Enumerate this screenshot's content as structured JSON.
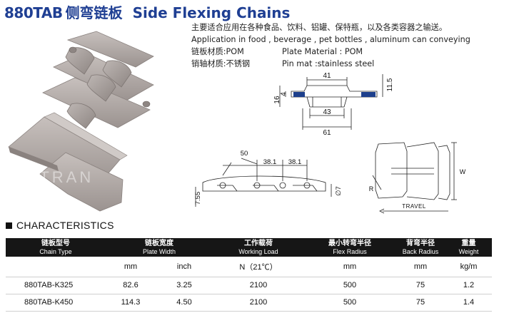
{
  "header": {
    "code": "880TAB",
    "title_cn": "侧弯链板",
    "title_en": "Side Flexing Chains"
  },
  "description": {
    "line1": "主要适合应用在各种食品、饮料、铝罐、保特瓶，以及各类容器之输送。",
    "line2": "Application in food , beverage , pet bottles , aluminum can conveying",
    "material_cn": "链板材质:POM",
    "material_en": "Plate Material : POM",
    "pin_cn": "销轴材质:不锈钢",
    "pin_en": "Pin mat :stainless steel"
  },
  "photo": {
    "watermark": "ESTRAN"
  },
  "section_drawing": {
    "top_width": "41",
    "mid_width": "43",
    "bottom_width": "61",
    "height_total": "16",
    "height_upper": "4",
    "height_right": "11.5"
  },
  "side_drawing": {
    "angle": "50",
    "pitch_1": "38.1",
    "pitch_2": "38.1",
    "height": "7.55",
    "pin_dia": "∅7"
  },
  "plan_drawing": {
    "width_label": "W",
    "radius_label": "R",
    "travel_label": "TRAVEL"
  },
  "characteristics": {
    "heading": "CHARACTERISTICS",
    "columns": [
      {
        "cn": "链板型号",
        "en": "Chain Type"
      },
      {
        "cn": "链板宽度",
        "en": "Plate Width"
      },
      {
        "cn": "工作载荷",
        "en": "Working Load"
      },
      {
        "cn": "最小转弯半径",
        "en": "Flex Radius"
      },
      {
        "cn": "背弯半径",
        "en": "Back Radius"
      },
      {
        "cn": "重量",
        "en": "Weight"
      }
    ],
    "units": {
      "width_mm": "mm",
      "width_inch": "inch",
      "load": "N（21℃）",
      "flex": "mm",
      "back": "mm",
      "weight": "kg/m"
    },
    "rows": [
      {
        "type": "880TAB-K325",
        "mm": "82.6",
        "inch": "3.25",
        "load": "2100",
        "flex": "500",
        "back": "75",
        "weight": "1.2"
      },
      {
        "type": "880TAB-K450",
        "mm": "114.3",
        "inch": "4.50",
        "load": "2100",
        "flex": "500",
        "back": "75",
        "weight": "1.4"
      }
    ]
  },
  "colors": {
    "title": "#1f3f93",
    "table_header_bg": "#161616",
    "chain_plastic": "#a79f9c",
    "insert_blue": "#1d3f8c"
  }
}
